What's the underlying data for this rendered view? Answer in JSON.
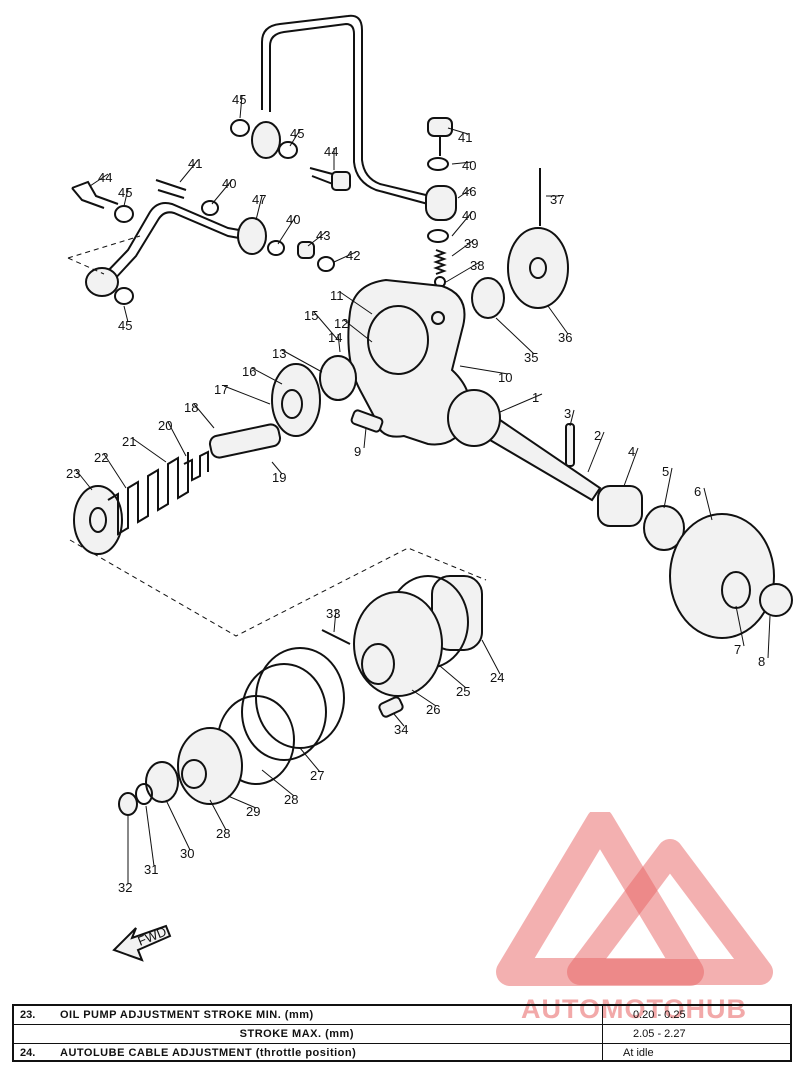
{
  "diagram": {
    "callouts": [
      {
        "text": "1"
      },
      {
        "text": "2"
      },
      {
        "text": "3"
      },
      {
        "text": "4"
      },
      {
        "text": "5"
      },
      {
        "text": "6"
      },
      {
        "text": "7"
      },
      {
        "text": "8"
      },
      {
        "text": "9"
      },
      {
        "text": "10"
      },
      {
        "text": "11"
      },
      {
        "text": "12"
      },
      {
        "text": "13"
      },
      {
        "text": "14"
      },
      {
        "text": "15"
      },
      {
        "text": "16"
      },
      {
        "text": "17"
      },
      {
        "text": "18"
      },
      {
        "text": "19"
      },
      {
        "text": "20"
      },
      {
        "text": "21"
      },
      {
        "text": "22"
      },
      {
        "text": "23"
      },
      {
        "text": "24"
      },
      {
        "text": "25"
      },
      {
        "text": "26"
      },
      {
        "text": "27"
      },
      {
        "text": "28"
      },
      {
        "text": "28"
      },
      {
        "text": "29"
      },
      {
        "text": "30"
      },
      {
        "text": "31"
      },
      {
        "text": "32"
      },
      {
        "text": "33"
      },
      {
        "text": "34"
      },
      {
        "text": "35"
      },
      {
        "text": "36"
      },
      {
        "text": "37"
      },
      {
        "text": "38"
      },
      {
        "text": "39"
      },
      {
        "text": "40"
      },
      {
        "text": "40"
      },
      {
        "text": "40"
      },
      {
        "text": "40"
      },
      {
        "text": "41"
      },
      {
        "text": "41"
      },
      {
        "text": "42"
      },
      {
        "text": "43"
      },
      {
        "text": "44"
      },
      {
        "text": "44"
      },
      {
        "text": "45"
      },
      {
        "text": "45"
      },
      {
        "text": "45"
      },
      {
        "text": "45"
      },
      {
        "text": "46"
      },
      {
        "text": "47"
      }
    ],
    "fwd_label": "FWD"
  },
  "watermark": {
    "text": "AUTOMOTOHUB",
    "color": "#e86262"
  },
  "spec_table": {
    "rows": [
      {
        "no": "23.",
        "label": "OIL PUMP ADJUSTMENT STROKE MIN. (mm)",
        "value": "0.20 - 0.25"
      },
      {
        "no": "",
        "label": "STROKE MAX. (mm)",
        "value": "2.05 - 2.27"
      },
      {
        "no": "24.",
        "label": "AUTOLUBE CABLE ADJUSTMENT (throttle position)",
        "value": "At idle"
      }
    ]
  }
}
